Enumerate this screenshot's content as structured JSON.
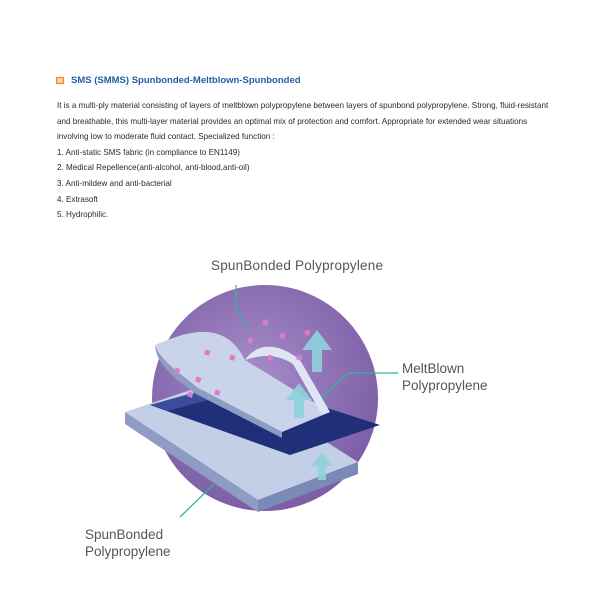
{
  "header": {
    "title": "SMS (SMMS) Spunbonded-Meltblown-Spunbonded"
  },
  "content": {
    "description": "It is a multi-ply material consisting of layers of meltblown polypropylene between layers of spunbond polypropylene. Strong, fluid-resistant and breathable, this multi-layer material provides an optimal mix of protection and comfort. Appropriate for extended wear situations involving low to moderate fluid contact. Specialized function :",
    "features": [
      "1. Anti-static SMS fabric (in compliance to EN1149)",
      "2. Medical Repellence(anti-alcohol, anti-blood,anti-oil)",
      "3. Anti-mildew and anti-bacterial",
      "4. Extrasoft",
      "5. Hydrophilic."
    ]
  },
  "diagram": {
    "label_top": "SpunBonded Polypropylene",
    "label_right_line1": "MeltBlown",
    "label_right_line2": "Polypropylene",
    "label_bottom_line1": "SpunBonded",
    "label_bottom_line2": "Polypropylene"
  },
  "colors": {
    "title": "#1f5fa8",
    "circle": "#8a6bb0",
    "layer_light": "#c3cfe6",
    "layer_dark": "#1f2f7a",
    "arrow": "#8fd3dc",
    "leader": "#2fb6a0",
    "dots": "#e07ad0"
  }
}
